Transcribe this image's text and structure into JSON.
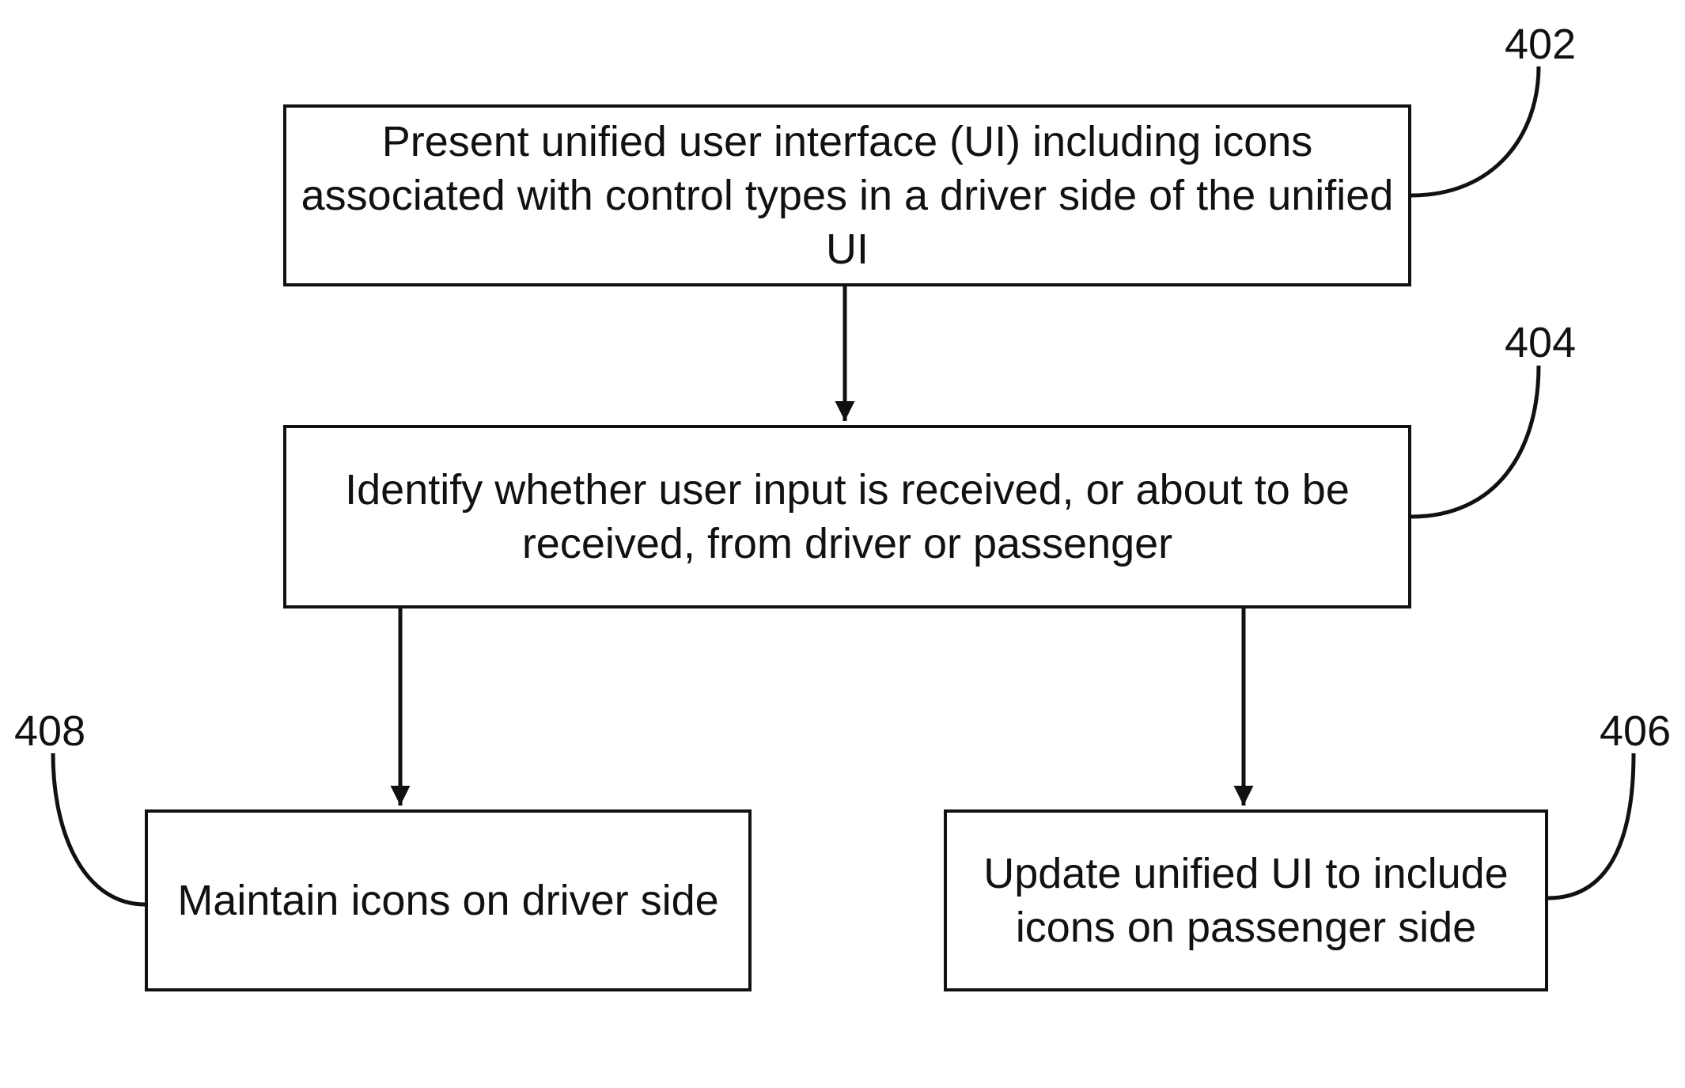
{
  "steps": [
    {
      "id": "402",
      "text": "Present unified user interface (UI) including icons associated with control types in a driver side of the unified UI"
    },
    {
      "id": "404",
      "text": "Identify whether user input is received, or about to be received, from driver or passenger"
    },
    {
      "id": "406",
      "text": "Update unified UI to include icons on passenger side"
    },
    {
      "id": "408",
      "text": "Maintain icons on driver side"
    }
  ],
  "edges": [
    {
      "from": "402",
      "to": "404"
    },
    {
      "from": "404",
      "to": "408"
    },
    {
      "from": "404",
      "to": "406"
    }
  ],
  "refs": {
    "r402": "402",
    "r404": "404",
    "r406": "406",
    "r408": "408"
  },
  "colors": {
    "stroke": "#111111",
    "background": "#ffffff"
  }
}
